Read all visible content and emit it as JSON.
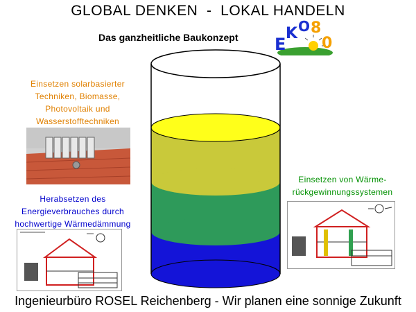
{
  "title": "GLOBAL DENKEN  -  LOKAL HANDELN",
  "subtitle": "Das ganzheitliche Baukonzept",
  "logo": {
    "letters": [
      "E",
      "K",
      "O",
      "8",
      "0"
    ],
    "colors": {
      "E": "#1a2fd0",
      "K": "#1a2fd0",
      "O": "#1a2fd0",
      "8": "#f5a000",
      "0": "#f5a000"
    }
  },
  "captions": {
    "solar": [
      "Einsetzen solarbasierter",
      "Techniken, Biomasse,",
      "Photovoltaik und",
      "Wasserstofftechniken"
    ],
    "insulation": [
      "Herabsetzen des",
      "Energieverbrauches durch",
      "hochwertige Wärmedämmung"
    ],
    "heat_recovery": [
      "Einsetzen von Wärme-",
      "rückgewinnungssystemen"
    ]
  },
  "cylinder_layers": [
    {
      "name": "solar",
      "color": "#d4d42a"
    },
    {
      "name": "heat-recovery",
      "color": "#2e9a5a"
    },
    {
      "name": "insulation",
      "color": "#1414d8"
    }
  ],
  "footer": "Ingenieurbüro ROSEL Reichenberg - Wir planen eine sonnige Zukunft"
}
